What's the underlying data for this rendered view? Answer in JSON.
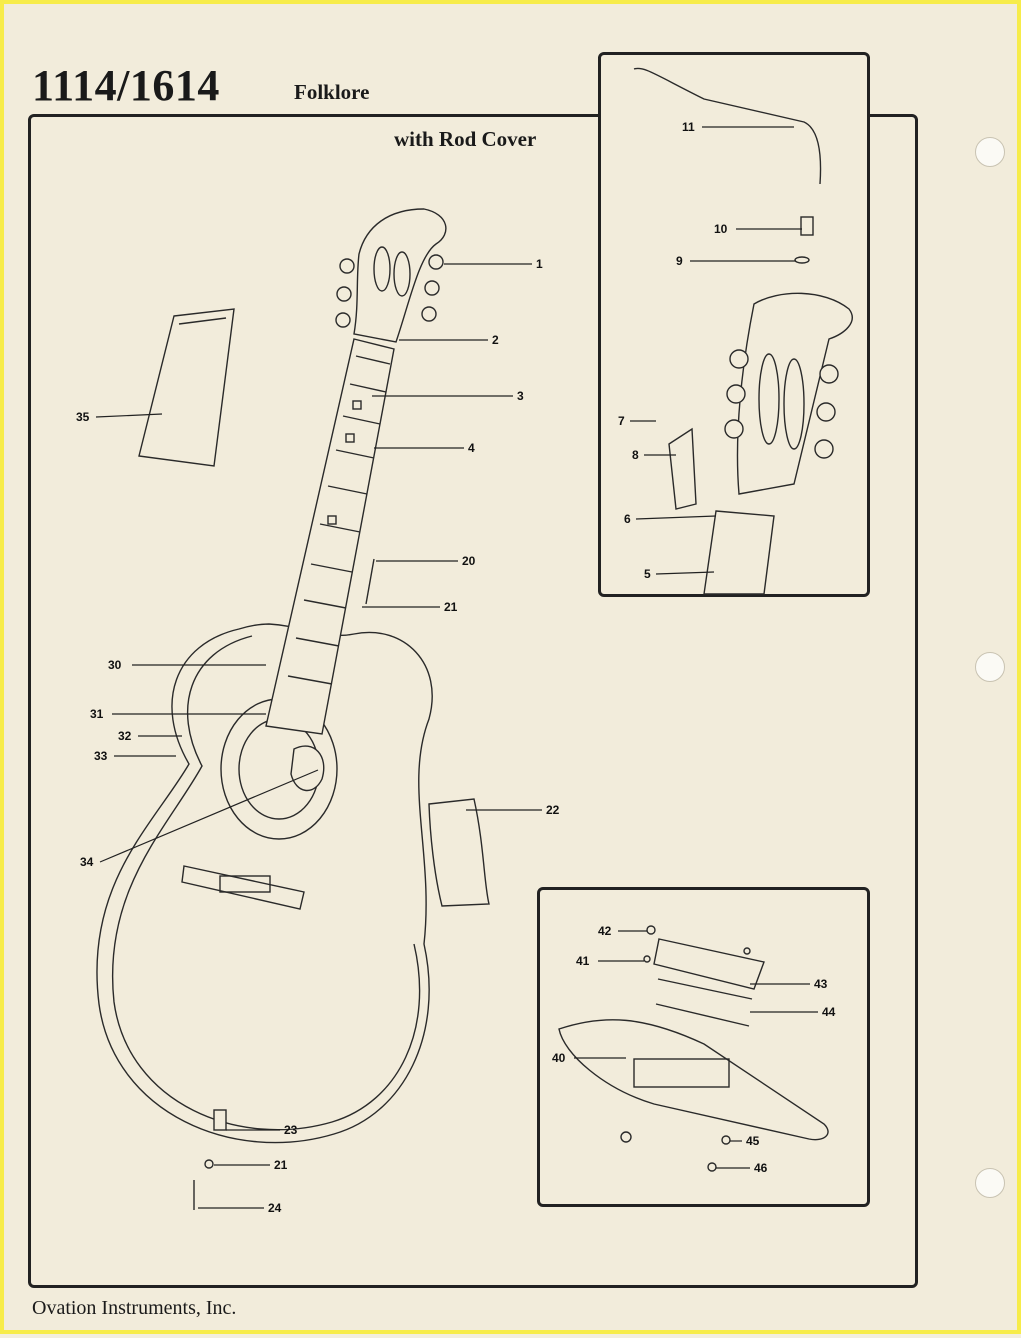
{
  "header": {
    "model": "1114/1614",
    "name": "Folklore"
  },
  "diagram": {
    "caption": "with Rod Cover"
  },
  "footer": {
    "company": "Ovation Instruments, Inc."
  },
  "callouts": {
    "main": [
      "1",
      "2",
      "3",
      "4",
      "20",
      "21",
      "30",
      "31",
      "32",
      "33",
      "34",
      "35",
      "22",
      "23",
      "21",
      "24"
    ],
    "headstock_inset": [
      "11",
      "10",
      "9",
      "7",
      "8",
      "6",
      "5"
    ],
    "bridge_inset": [
      "42",
      "41",
      "43",
      "44",
      "40",
      "45",
      "46"
    ]
  }
}
